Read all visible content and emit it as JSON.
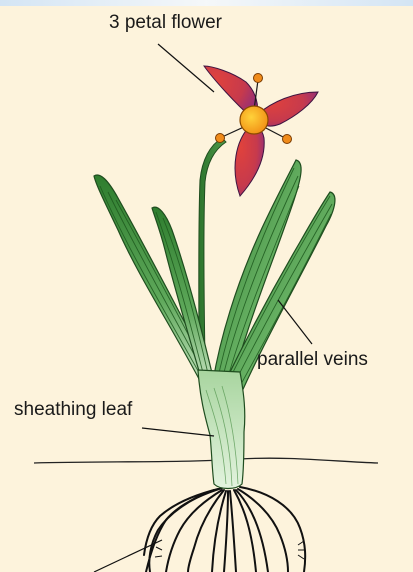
{
  "labels": {
    "flower": "3 petal flower",
    "veins": "parallel veins",
    "sheath": "sheathing leaf"
  },
  "colors": {
    "background": "#fdf3dc",
    "leaf_dark": "#2f7a2f",
    "leaf_light": "#cfe8c8",
    "petal_red": "#d83a36",
    "petal_purple": "#8a2d8f",
    "flower_center": "#f7a21b",
    "stamen": "#f08b1a",
    "roots": "#1a1a1a",
    "leader_lines": "#1a1a1a"
  }
}
